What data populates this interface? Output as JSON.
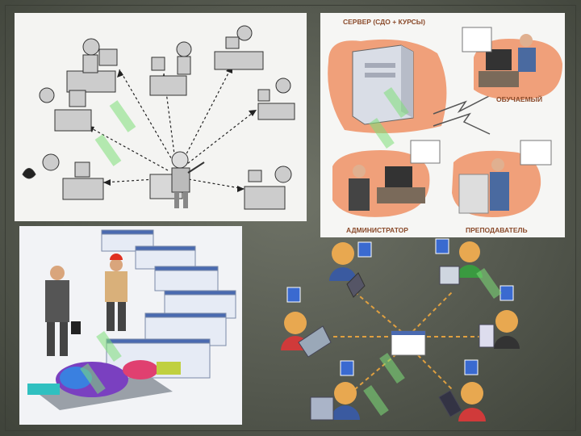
{
  "slide": {
    "background_color": "#5f6358",
    "watermark_color": "#7fe07a"
  },
  "panel_server": {
    "server_label": "СЕРВЕР (СДО + КУРСЫ)",
    "student_label": "ОБУЧАЕМЫЙ",
    "admin_label": "АДМИНИСТРАТОР",
    "teacher_label": "ПРЕПОДАВАТЕЛЬ",
    "blob_color": "#f0a07a"
  },
  "panel_cartoon": {
    "icons": [
      "teacher-figure-icon",
      "student-at-computer-icon"
    ]
  },
  "panel_business": {
    "icons": [
      "businessman-icon",
      "worker-icon",
      "software-window-icon",
      "turbine-model-icon"
    ]
  },
  "panel_network": {
    "icons": [
      "user-avatar-icon",
      "checkbox-icon",
      "laptop-icon",
      "pda-icon",
      "central-window-icon"
    ]
  }
}
